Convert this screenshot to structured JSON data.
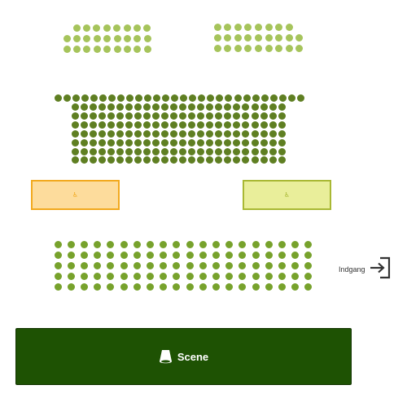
{
  "colors": {
    "balcony_seat": "#a6c45b",
    "middle_seat": "#5f7f22",
    "front_seat": "#77a22c",
    "wheelchair_left_fill": "#fddc9c",
    "wheelchair_left_border": "#f2a91e",
    "wheelchair_right_fill": "#e9ee9a",
    "wheelchair_right_border": "#a9b834",
    "stage": "#1e5203",
    "stage_border": "#113300",
    "entrance_icon": "#333333"
  },
  "sections": [
    {
      "name": "balcony-left",
      "color_key": "balcony_seat",
      "rows": [
        8,
        9,
        9
      ]
    },
    {
      "name": "balcony-right",
      "color_key": "balcony_seat",
      "rows": [
        8,
        9,
        9
      ]
    },
    {
      "name": "middle-block",
      "color_key": "middle_seat",
      "rows": [
        28,
        24,
        24,
        24,
        24,
        24,
        24,
        24
      ]
    },
    {
      "name": "front-block",
      "color_key": "front_seat",
      "rows": [
        20,
        20,
        20,
        20,
        20
      ]
    }
  ],
  "wheelchair_areas": [
    {
      "name": "wheelchair-area-left",
      "icon": "wheelchair-icon",
      "symbol": "♿"
    },
    {
      "name": "wheelchair-area-right",
      "icon": "wheelchair-icon",
      "symbol": "♿"
    }
  ],
  "entrance": {
    "label": "Indgang",
    "icon": "entrance-icon"
  },
  "stage": {
    "label": "Scene",
    "icon": "stage-icon"
  }
}
